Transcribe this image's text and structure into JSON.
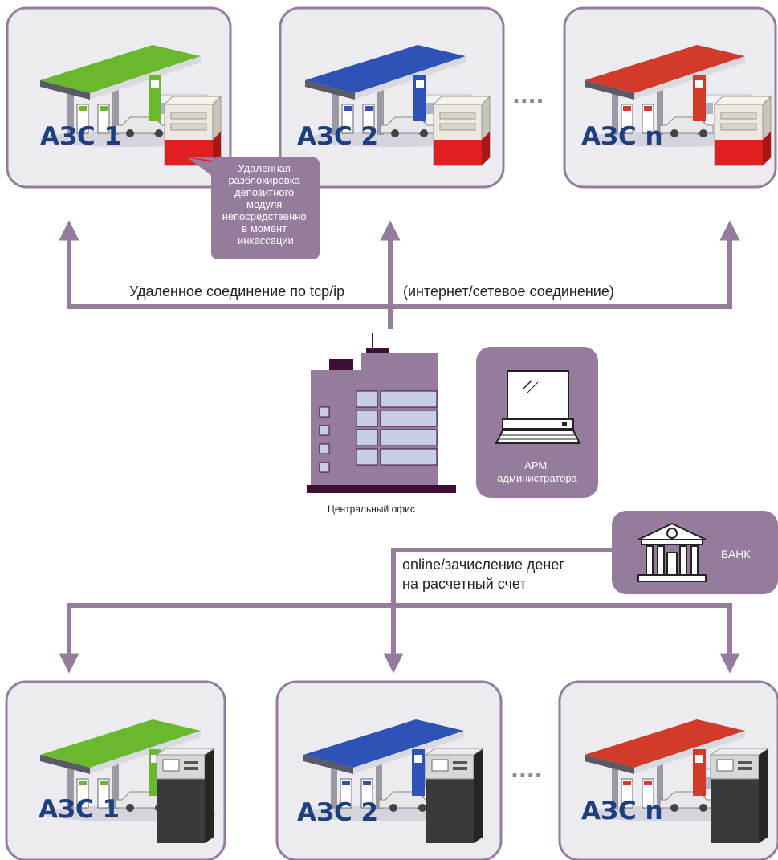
{
  "colors": {
    "accent": "#957c9c",
    "dark_purple": "#3f0f33",
    "card_bg": "#ecebef",
    "label_blue": "#1e3f7f",
    "window_blue": "#c6cde6",
    "canopy_green": "#6ab82e",
    "canopy_blue": "#2f52b8",
    "canopy_red": "#d23a2a",
    "deposit_red": "#e02020"
  },
  "top_stations": [
    {
      "label": "АЗС 1",
      "canopy": "green"
    },
    {
      "label": "АЗС 2",
      "canopy": "blue"
    },
    {
      "label": "АЗС n",
      "canopy": "red"
    }
  ],
  "bottom_stations": [
    {
      "label": "АЗС 1",
      "canopy": "green"
    },
    {
      "label": "АЗС 2",
      "canopy": "blue"
    },
    {
      "label": "АЗС n",
      "canopy": "red"
    }
  ],
  "ellipsis": "....",
  "callout": {
    "lines": [
      "Удаленная",
      "разблокировка",
      "депозитного",
      "модуля",
      "непосредственно",
      "в момент",
      "инкассации"
    ]
  },
  "connection": {
    "left_text": "Удаленное соединение по tcp/ip",
    "right_text": "(интернет/сетевое соединение)"
  },
  "office": {
    "caption": "Центральный офис"
  },
  "admin": {
    "line1": "АРМ",
    "line2": "администратора"
  },
  "bank": {
    "label": "БАНК"
  },
  "transfer": {
    "line1": "online/зачисление денег",
    "line2": "на расчетный счет"
  }
}
